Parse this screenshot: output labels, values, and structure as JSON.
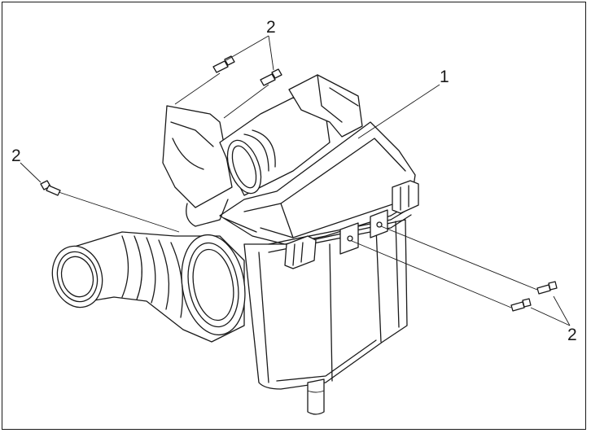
{
  "callouts": {
    "part_1": "1",
    "part_2_top": "2",
    "part_2_left": "2",
    "part_2_right": "2"
  },
  "line_color": "#1a1a1a",
  "background_color": "#ffffff"
}
